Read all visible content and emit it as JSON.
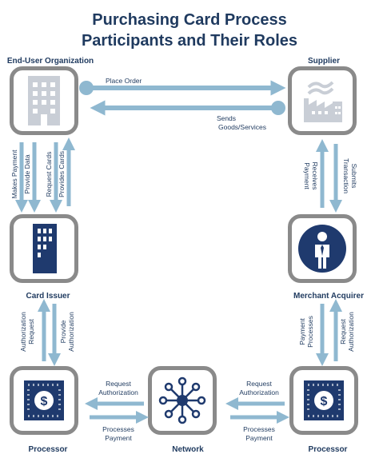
{
  "title": {
    "line1": "Purchasing Card Process",
    "line2": "Participants and Their Roles"
  },
  "nodes": {
    "end_user": "End-User Organization",
    "supplier": "Supplier",
    "card_issuer": "Card Issuer",
    "merchant_acquirer": "Merchant Acquirer",
    "processor_left": "Processor",
    "network": "Network",
    "processor_right": "Processor"
  },
  "flows": {
    "place_order": "Place Order",
    "sends_goods_1": "Sends",
    "sends_goods_2": "Goods/Services",
    "makes_payment": "Makes Payment",
    "provide_data": "Provide Data",
    "request_cards": "Request Cards",
    "provides_cards": "Provides Cards",
    "receives_payment_1": "Receives",
    "receives_payment_2": "Payment",
    "submits_transaction_1": "Submits",
    "submits_transaction_2": "Transaction",
    "request_authorization_1": "Request",
    "request_authorization_2": "Authorization",
    "provide_authorization_1": "Provide",
    "provide_authorization_2": "Authorization",
    "processes_payment_1": "Processes",
    "processes_payment_2": "Payment",
    "left_req_auth_1": "Request",
    "left_req_auth_2": "Authorization",
    "left_proc_pay_1": "Processes",
    "left_proc_pay_2": "Payment",
    "right_req_auth_1": "Request",
    "right_req_auth_2": "Authorization",
    "right_proc_pay_1": "Processes",
    "right_proc_pay_2": "Payment",
    "ma_proc_pay_1": "Processes",
    "ma_proc_pay_2": "Payment",
    "ma_req_auth_1": "Request",
    "ma_req_auth_2": "Authorization"
  },
  "icons": {
    "end_user": "office-building-icon",
    "supplier": "factory-icon",
    "card_issuer": "bank-building-icon",
    "merchant_acquirer": "businessman-icon",
    "processor_left": "dollar-chip-icon",
    "network": "network-hub-icon",
    "processor_right": "dollar-chip-icon"
  },
  "colors": {
    "title": "#1f3a5f",
    "arrow": "#8fb8d0",
    "box_border": "#8a8a8a",
    "icon_navy": "#1f3a6e",
    "icon_gray": "#c9ced6"
  }
}
